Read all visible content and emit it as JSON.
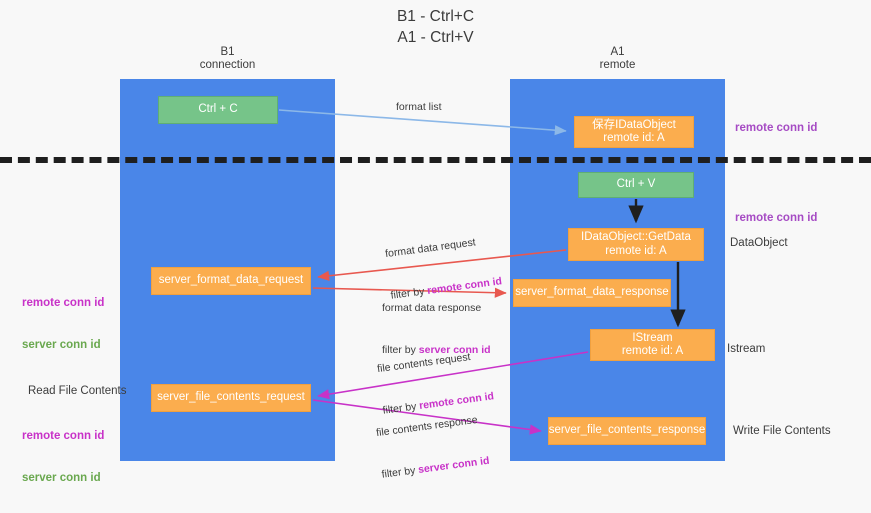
{
  "title": "B1 - Ctrl+C\nA1 - Ctrl+V",
  "lanes": [
    {
      "id": "b1",
      "header": "B1\nconnection"
    },
    {
      "id": "a1",
      "header": "A1\nremote"
    }
  ],
  "nodes": [
    {
      "id": "ctrl-c",
      "label": "Ctrl + C",
      "kind": "green"
    },
    {
      "id": "idataobject",
      "label": "保存IDataObject\nremote id: A",
      "kind": "orange"
    },
    {
      "id": "ctrl-v",
      "label": "Ctrl + V",
      "kind": "green"
    },
    {
      "id": "getdata",
      "label": "IDataObject::GetData\nremote id: A",
      "kind": "orange"
    },
    {
      "id": "server-format-data-request",
      "label": "server_format_data_request",
      "kind": "orange"
    },
    {
      "id": "server-format-data-response",
      "label": "server_format_data_response",
      "kind": "orange"
    },
    {
      "id": "istream",
      "label": "IStream\nremote id: A",
      "kind": "orange"
    },
    {
      "id": "server-file-contents-request",
      "label": "server_file_contents_request",
      "kind": "orange"
    },
    {
      "id": "server-file-contents-response",
      "label": "server_file_contents_response",
      "kind": "orange"
    }
  ],
  "edge_labels": {
    "format_list": "format list",
    "format_data_request": "format data request",
    "format_data_request_filter_prefix": "filter by ",
    "format_data_request_filter_key": "remote conn id",
    "format_data_response": "format data response",
    "format_data_response_filter_prefix": "filter by ",
    "format_data_response_filter_key": "server conn id",
    "file_contents_request": "file contents request",
    "file_contents_request_filter_prefix": "filter by ",
    "file_contents_request_filter_key": "remote conn id",
    "file_contents_response": "file contents response",
    "file_contents_response_filter_prefix": "filter by ",
    "file_contents_response_filter_key": "server conn id"
  },
  "annotations": {
    "right_remote_conn_id_top": "remote conn id",
    "right_remote_conn_id_mid": "remote conn id",
    "right_dataobject": "DataObject",
    "right_istream": "Istream",
    "right_write_file_contents": "Write File Contents",
    "left_remote_conn_id_top": "remote conn id",
    "left_server_conn_id_top": "server conn id",
    "left_read_file_contents": "Read File Contents",
    "left_remote_conn_id_bottom": "remote conn id",
    "left_server_conn_id_bottom": "server conn id"
  },
  "colors": {
    "lane": "#4a86e8",
    "green_node": "#76c489",
    "orange_node": "#fbad4e",
    "background": "#f8f8f8",
    "text": "#3c3c3c",
    "purple": "#a64bc4",
    "magenta": "#c832c8",
    "green_text": "#6aa84f",
    "arrow_blue": "#8cb8e8",
    "arrow_red": "#e8584f",
    "arrow_black": "#1f1f1f",
    "divider": "#1f1f1f"
  }
}
